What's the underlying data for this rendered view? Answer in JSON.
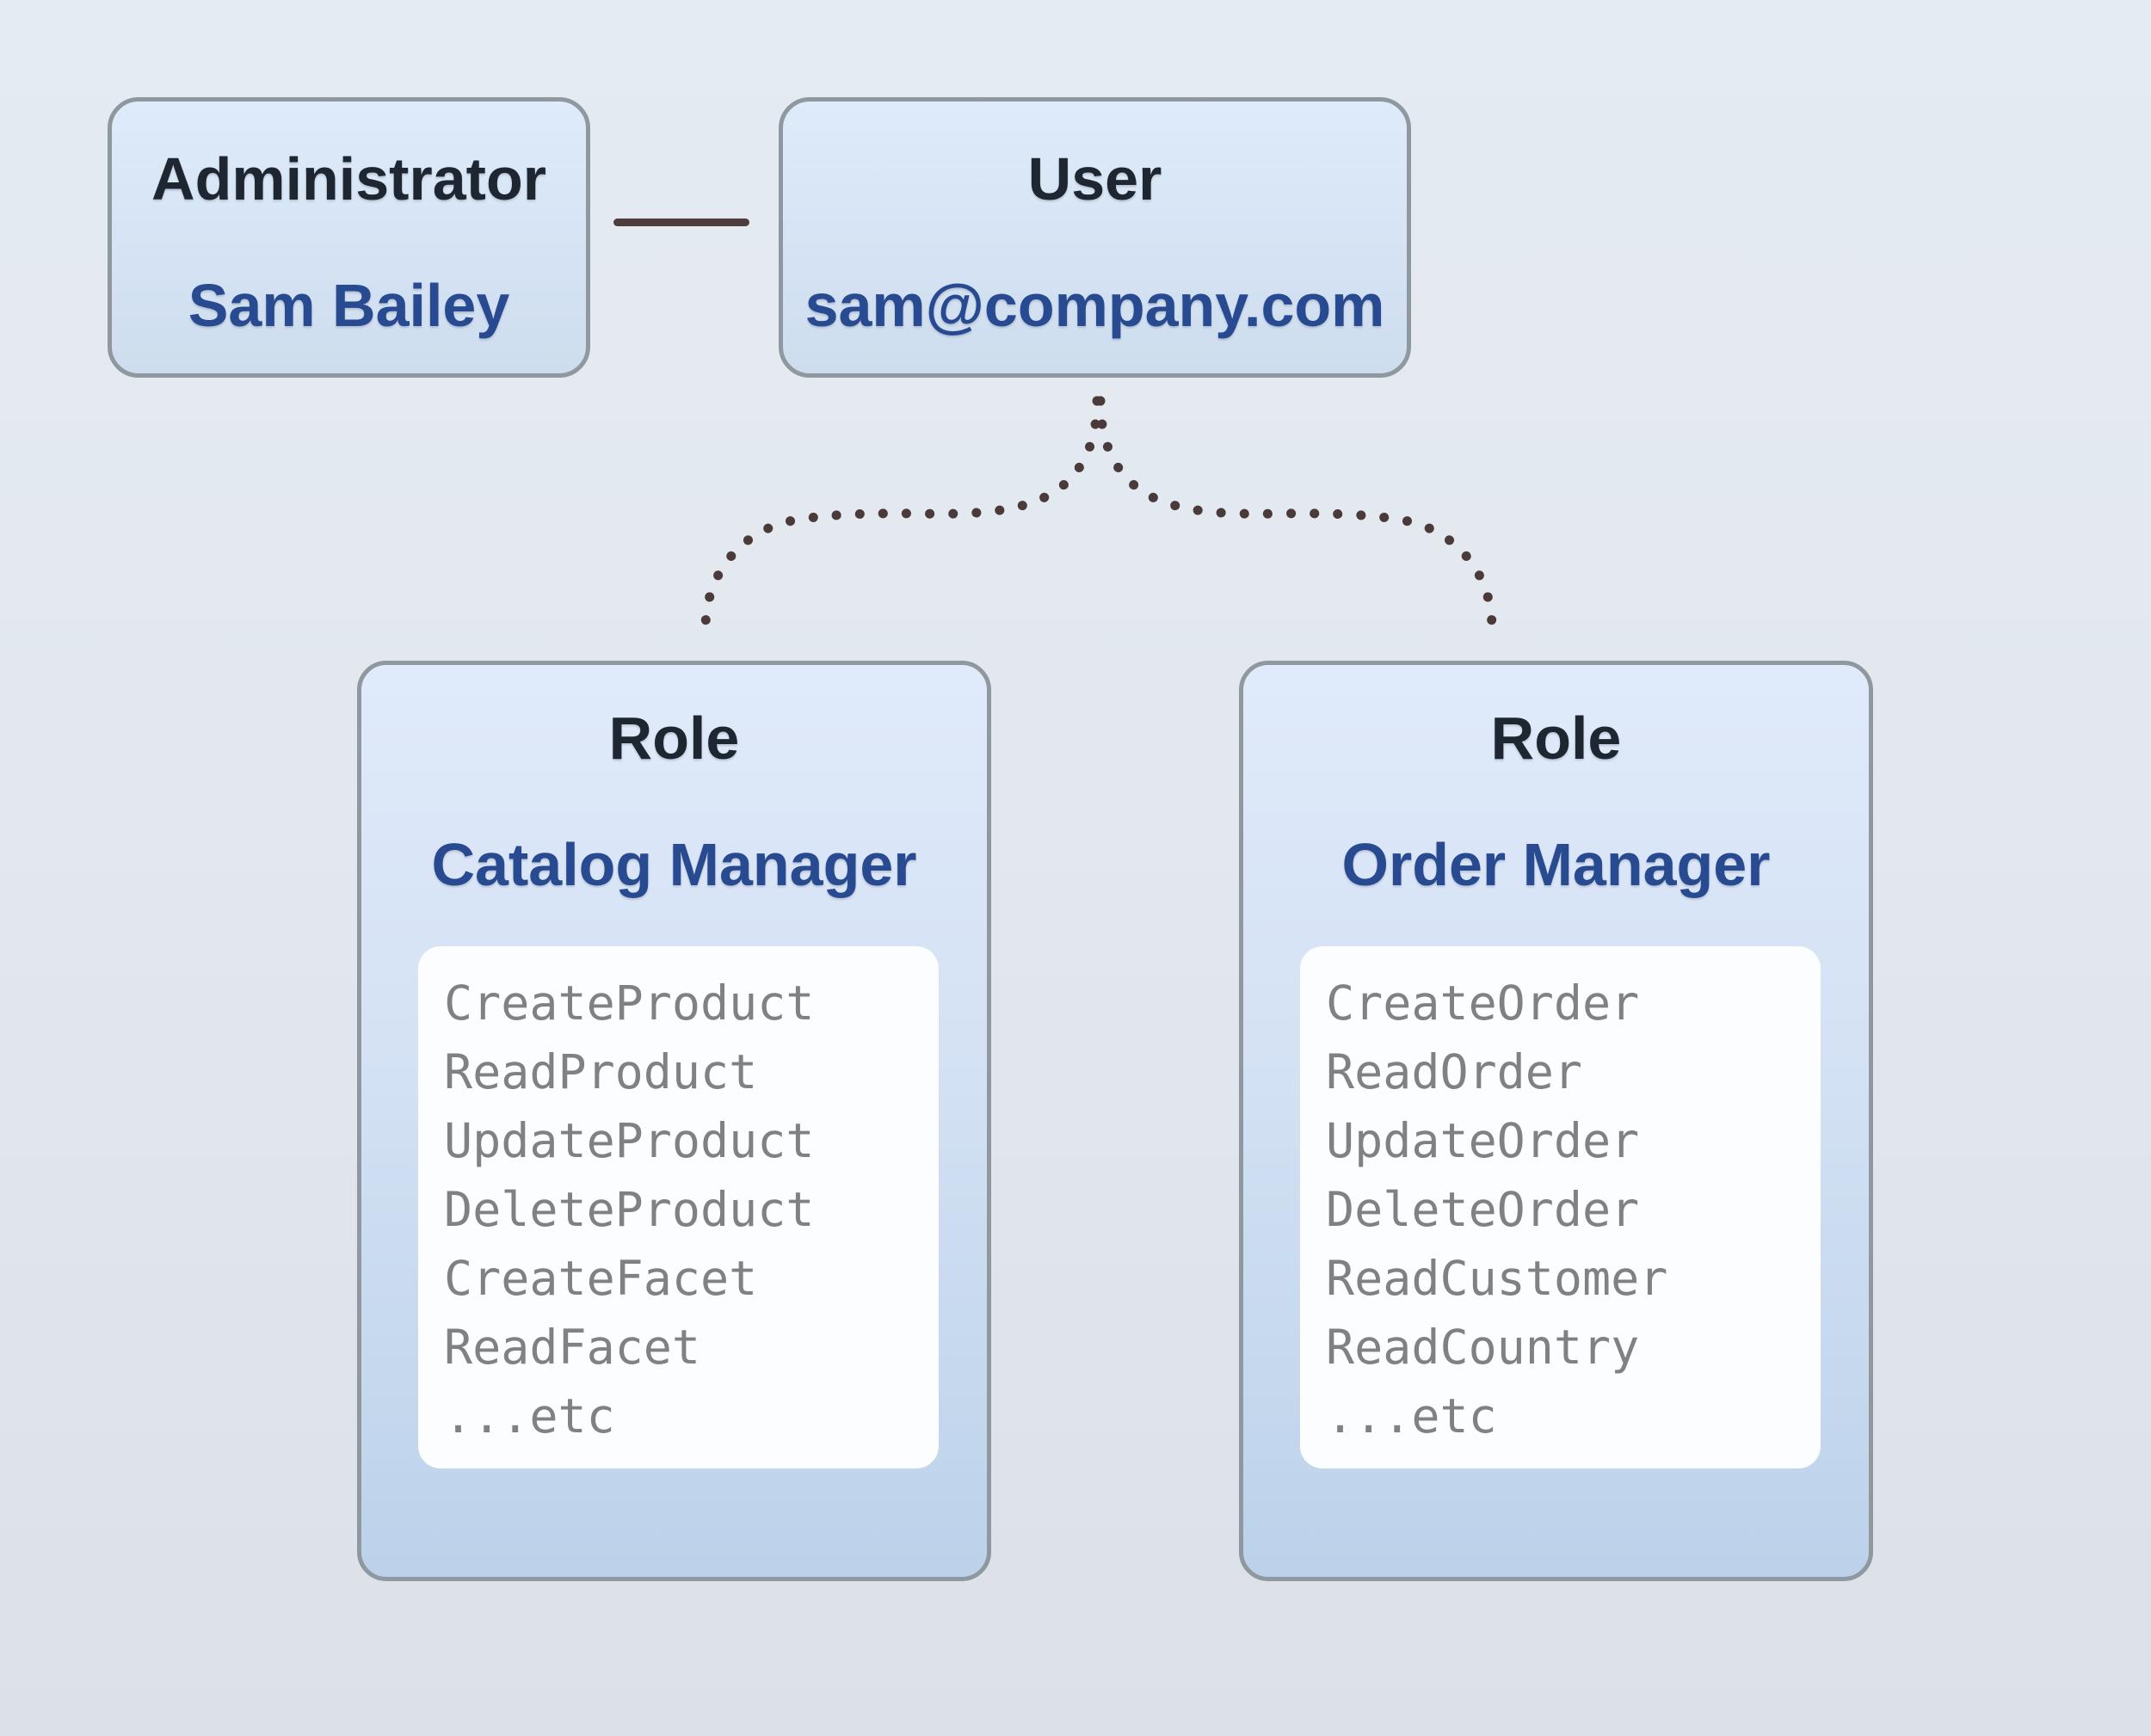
{
  "admin_box": {
    "title": "Administrator",
    "subtitle": "Sam Bailey"
  },
  "user_box": {
    "title": "User",
    "subtitle": "sam@company.com"
  },
  "roles": [
    {
      "title": "Role",
      "name": "Catalog Manager",
      "permissions": [
        "CreateProduct",
        "ReadProduct",
        "UpdateProduct",
        "DeleteProduct",
        "CreateFacet",
        "ReadFacet",
        "...etc"
      ]
    },
    {
      "title": "Role",
      "name": "Order Manager",
      "permissions": [
        "CreateOrder",
        "ReadOrder",
        "UpdateOrder",
        "DeleteOrder",
        "ReadCustomer",
        "ReadCountry",
        "...etc"
      ]
    }
  ],
  "colors": {
    "title_dark": "#1d2631",
    "accent_blue": "#284a90",
    "box_border": "#8e989e",
    "box_fill_top": "#e0eafa",
    "box_fill_bottom": "#bcd2ea",
    "panel_white": "#fcfdfe",
    "permission_gray": "#7f8285",
    "connector_brown": "#4f3c3c",
    "background": "#e2e8ee"
  }
}
